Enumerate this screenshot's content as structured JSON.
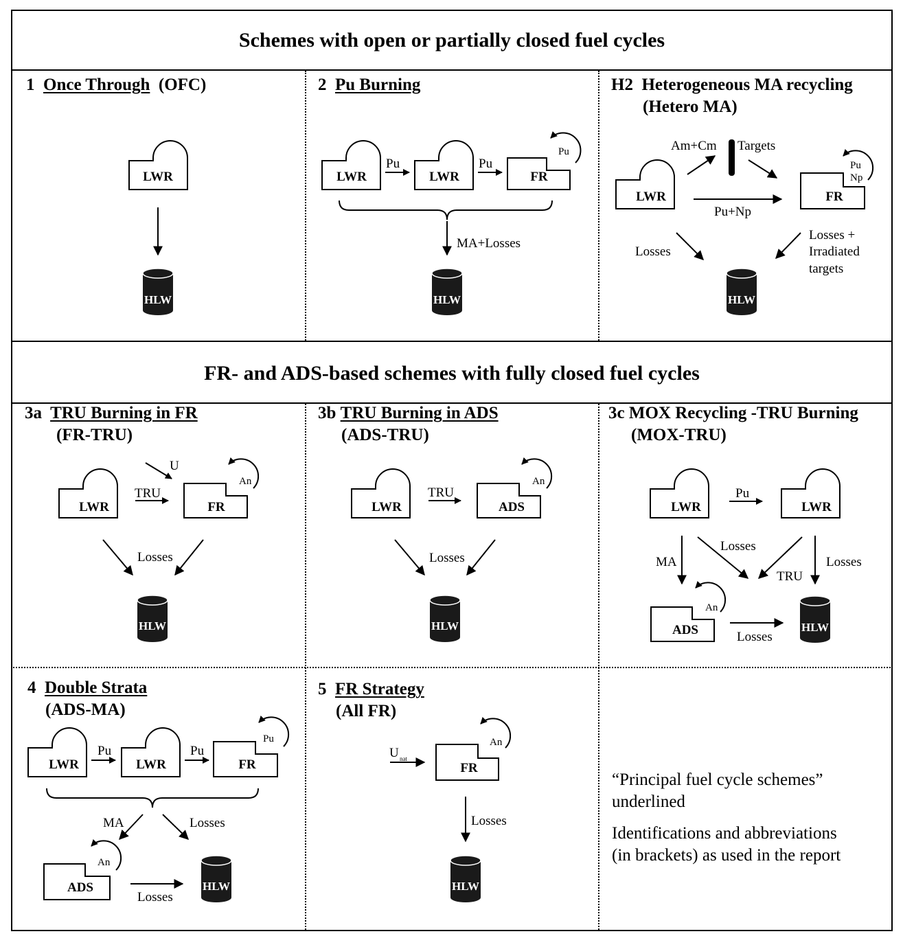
{
  "sections": [
    {
      "title": "Schemes with open or partially closed fuel cycles"
    },
    {
      "title": "FR- and ADS-based schemes with fully closed fuel cycles"
    }
  ],
  "panels": {
    "p1": {
      "num": "1",
      "title": "Once Through",
      "abbr": "(OFC)",
      "nodes": {
        "lwr": "LWR",
        "hlw": "HLW"
      }
    },
    "p2": {
      "num": "2",
      "title": "Pu Burning",
      "nodes": {
        "lwr1": "LWR",
        "lwr2": "LWR",
        "fr": "FR",
        "hlw": "HLW"
      },
      "labels": {
        "pu1": "Pu",
        "pu2": "Pu",
        "pu_loop": "Pu",
        "ma_losses": "MA+Losses"
      }
    },
    "ph2": {
      "num": "H2",
      "title": "Heterogeneous MA recycling",
      "abbr": "(Hetero MA)",
      "nodes": {
        "lwr": "LWR",
        "fr": "FR",
        "hlw": "HLW"
      },
      "labels": {
        "amcm": "Am+Cm",
        "targets": "Targets",
        "punp": "Pu+Np",
        "pu_loop": "Pu",
        "np_loop": "Np",
        "losses": "Losses",
        "losses_irr_1": "Losses +",
        "losses_irr_2": "Irradiated",
        "losses_irr_3": "targets"
      }
    },
    "p3a": {
      "num": "3a",
      "title": "TRU Burning in FR",
      "abbr": "(FR-TRU)",
      "nodes": {
        "lwr": "LWR",
        "fr": "FR",
        "hlw": "HLW"
      },
      "labels": {
        "u": "U",
        "tru": "TRU",
        "an": "An",
        "losses": "Losses"
      }
    },
    "p3b": {
      "num": "3b",
      "title": "TRU Burning in ADS",
      "abbr": "(ADS-TRU)",
      "nodes": {
        "lwr": "LWR",
        "ads": "ADS",
        "hlw": "HLW"
      },
      "labels": {
        "tru": "TRU",
        "an": "An",
        "losses": "Losses"
      }
    },
    "p3c": {
      "num": "3c",
      "title": "MOX Recycling -TRU Burning",
      "abbr": "(MOX-TRU)",
      "nodes": {
        "lwr1": "LWR",
        "lwr2": "LWR",
        "ads": "ADS",
        "hlw": "HLW"
      },
      "labels": {
        "pu": "Pu",
        "losses1": "Losses",
        "ma": "MA",
        "tru": "TRU",
        "losses2": "Losses",
        "an": "An",
        "losses3": "Losses"
      }
    },
    "p4": {
      "num": "4",
      "title": "Double Strata",
      "abbr": "(ADS-MA)",
      "nodes": {
        "lwr1": "LWR",
        "lwr2": "LWR",
        "fr": "FR",
        "ads": "ADS",
        "hlw": "HLW"
      },
      "labels": {
        "pu1": "Pu",
        "pu2": "Pu",
        "pu_loop": "Pu",
        "ma": "MA",
        "losses1": "Losses",
        "an": "An",
        "losses2": "Losses"
      }
    },
    "p5": {
      "num": "5",
      "title": "FR Strategy",
      "abbr": "(All FR)",
      "nodes": {
        "fr": "FR",
        "hlw": "HLW"
      },
      "labels": {
        "u": "U",
        "u_sub": "nat",
        "an": "An",
        "losses": "Losses"
      }
    }
  },
  "notes": {
    "line1": "“Principal fuel cycle schemes”",
    "line2": "underlined",
    "line3": "Identifications and abbreviations",
    "line4": "(in brackets) as used in the report"
  }
}
